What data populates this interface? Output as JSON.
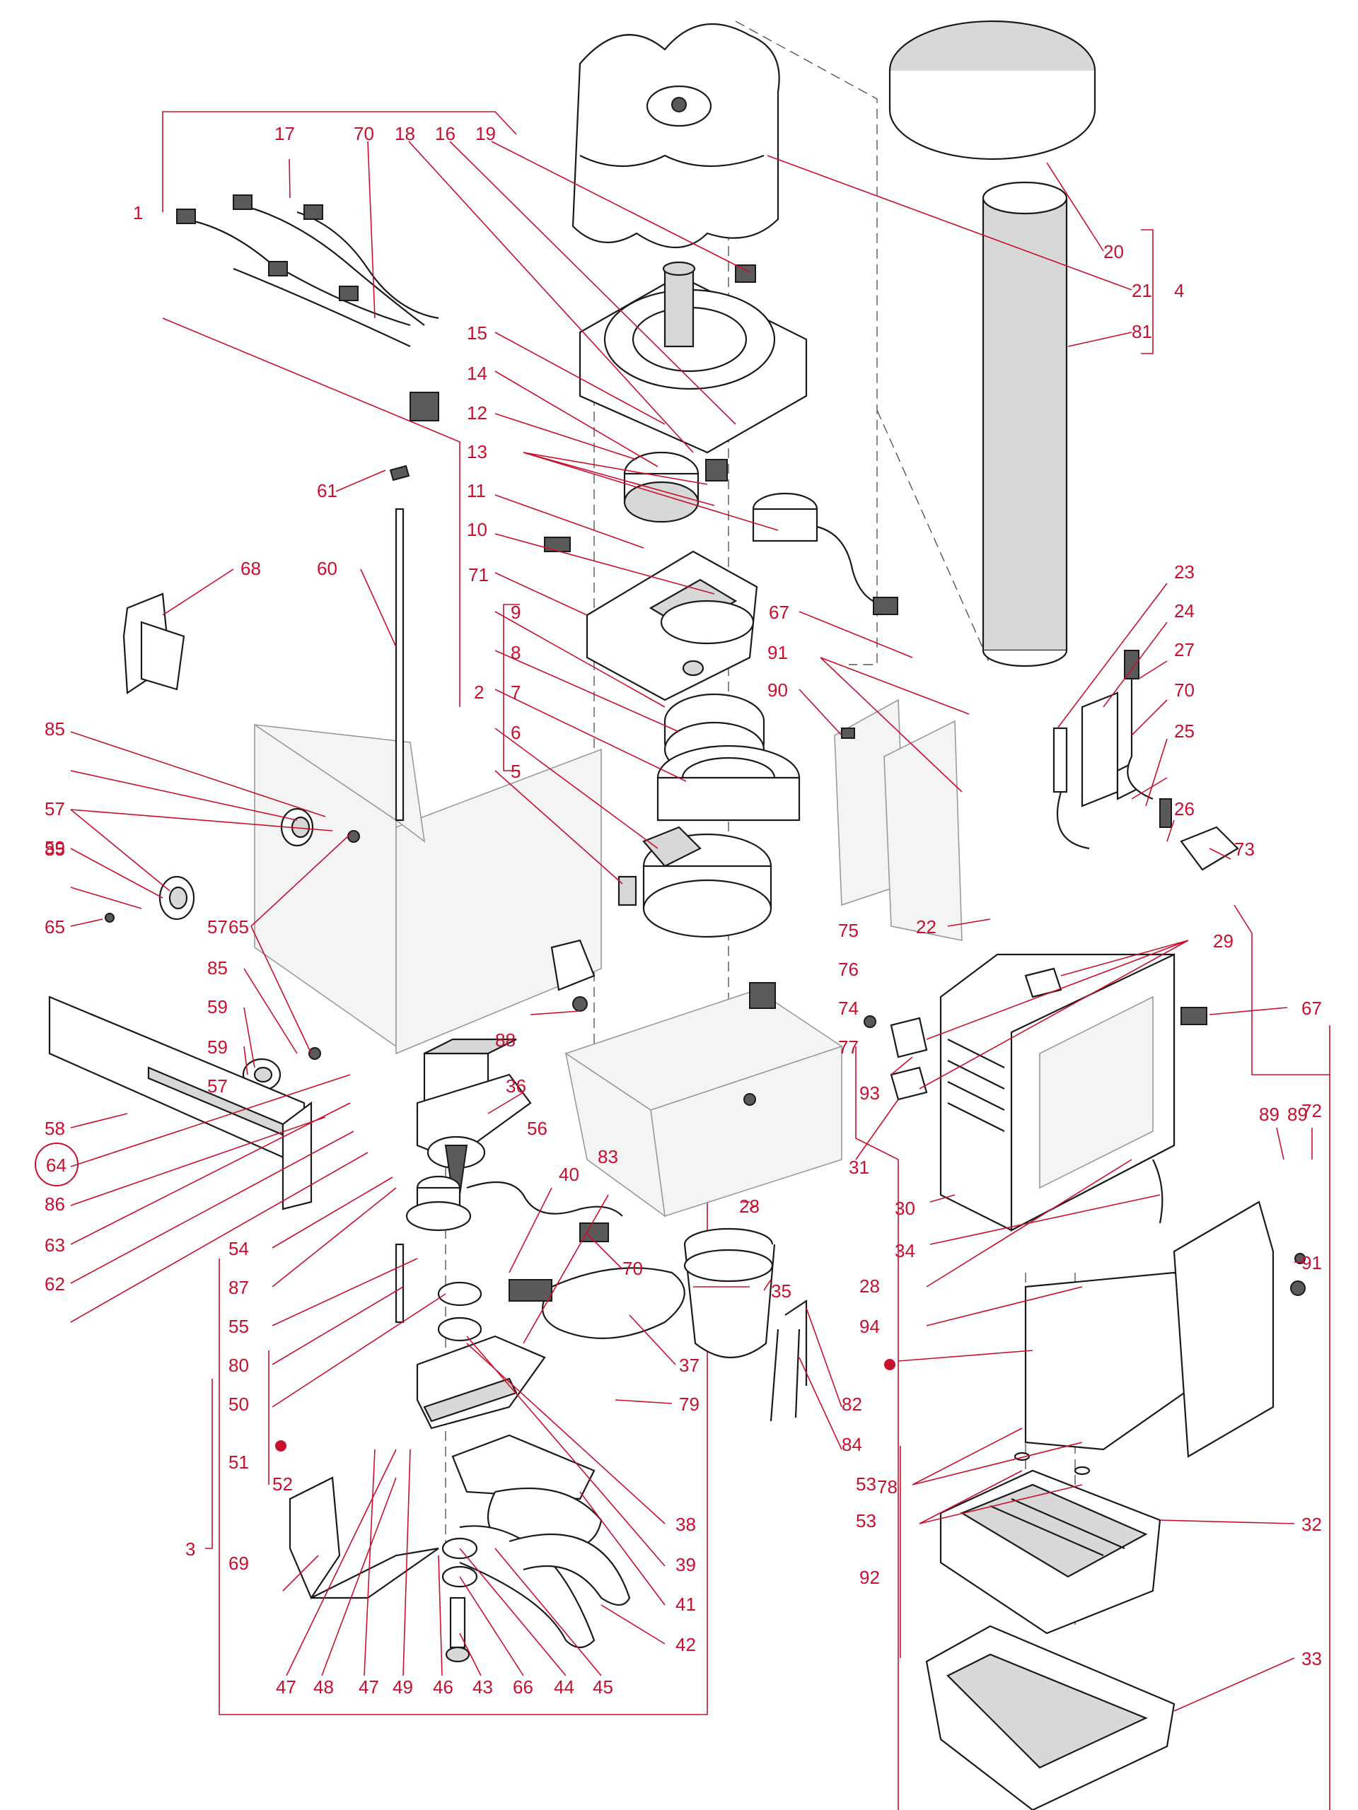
{
  "diagram": {
    "labels": [
      "1",
      "2",
      "3",
      "4",
      "5",
      "6",
      "7",
      "8",
      "9",
      "10",
      "11",
      "12",
      "13",
      "14",
      "15",
      "16",
      "17",
      "18",
      "19",
      "20",
      "21",
      "22",
      "23",
      "24",
      "25",
      "26",
      "27",
      "28",
      "29",
      "30",
      "31",
      "32",
      "33",
      "34",
      "35",
      "36",
      "37",
      "38",
      "39",
      "40",
      "41",
      "42",
      "43",
      "44",
      "45",
      "46",
      "47",
      "48",
      "49",
      "50",
      "51",
      "52",
      "53",
      "54",
      "55",
      "56",
      "57",
      "58",
      "59",
      "60",
      "61",
      "62",
      "63",
      "64",
      "65",
      "66",
      "67",
      "68",
      "69",
      "70",
      "71",
      "72",
      "73",
      "74",
      "75",
      "76",
      "77",
      "78",
      "79",
      "80",
      "81",
      "82",
      "83",
      "84",
      "85",
      "86",
      "87",
      "88",
      "89",
      "90",
      "91",
      "92",
      "93",
      "94"
    ],
    "highlighted_label": "64",
    "colors": {
      "label": "#c8102e",
      "line": "#1a1a1a",
      "ghost": "#9a9a9a"
    }
  }
}
